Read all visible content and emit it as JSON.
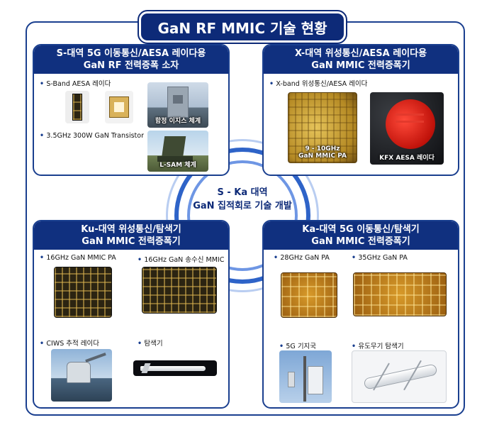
{
  "title": "GaN RF MMIC 기술 현황",
  "center": {
    "line1": "S - Ka 대역",
    "line2": "GaN 집적회로 기술 개발"
  },
  "panels": {
    "s_band": {
      "heading1": "S-대역 5G 이동통신/AESA 레이다용",
      "heading2": "GaN RF 전력증폭 소자",
      "item1": "S-Band AESA 레이다",
      "item2": "3.5GHz 300W GaN Transistor",
      "caption_ship": "함정 이지스 체계",
      "caption_lsam": "L-SAM 체계"
    },
    "x_band": {
      "heading1": "X-대역 위성통신/AESA 레이다용",
      "heading2": "GaN MMIC 전력증폭기",
      "item1": "X-band 위성통신/AESA 레이다",
      "caption_pa_line1": "9 - 10GHz",
      "caption_pa_line2": "GaN MMIC PA",
      "caption_kfx": "KFX AESA 레이다"
    },
    "ku_band": {
      "heading1": "Ku-대역 위성통신/탐색기",
      "heading2": "GaN MMIC 전력증폭기",
      "item1": "16GHz GaN MMIC PA",
      "item2": "16GHz GaN 송수신 MMIC",
      "item3": "CIWS 추적 레이다",
      "item4": "탐색기"
    },
    "ka_band": {
      "heading1": "Ka-대역 5G 이동통신/탐색기",
      "heading2": "GaN MMIC 전력증폭기",
      "item1": "28GHz GaN PA",
      "item2": "35GHz GaN PA",
      "item3": "5G 기지국",
      "item4": "유도무기 탐색기"
    }
  },
  "colors": {
    "navy": "#0d2a78",
    "ring": "#2e63c8"
  }
}
